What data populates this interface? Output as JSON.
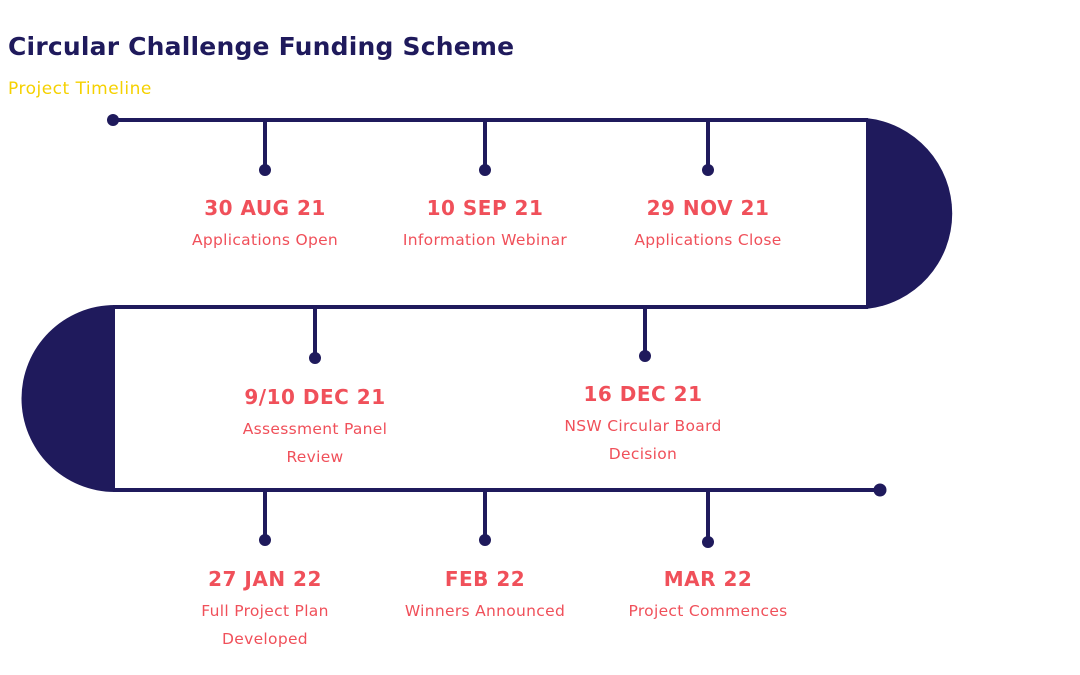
{
  "header": {
    "title": "Circular Challenge Funding Scheme",
    "subtitle": "Project Timeline"
  },
  "colors": {
    "track": "#1f1a5c",
    "title": "#1f1a5c",
    "subtitle": "#f5d100",
    "event_text": "#f0505a"
  },
  "events": [
    {
      "date": "30 AUG 21",
      "label": "Applications Open"
    },
    {
      "date": "10 SEP 21",
      "label": "Information Webinar"
    },
    {
      "date": "29 NOV 21",
      "label": "Applications Close"
    },
    {
      "date": "9/10 DEC 21",
      "label": "Assessment Panel Review"
    },
    {
      "date": "16 DEC 21",
      "label": "NSW Circular Board Decision"
    },
    {
      "date": "27 JAN 22",
      "label": "Full Project Plan Developed"
    },
    {
      "date": "FEB 22",
      "label": "Winners Announced"
    },
    {
      "date": "MAR 22",
      "label": "Project Commences"
    }
  ]
}
